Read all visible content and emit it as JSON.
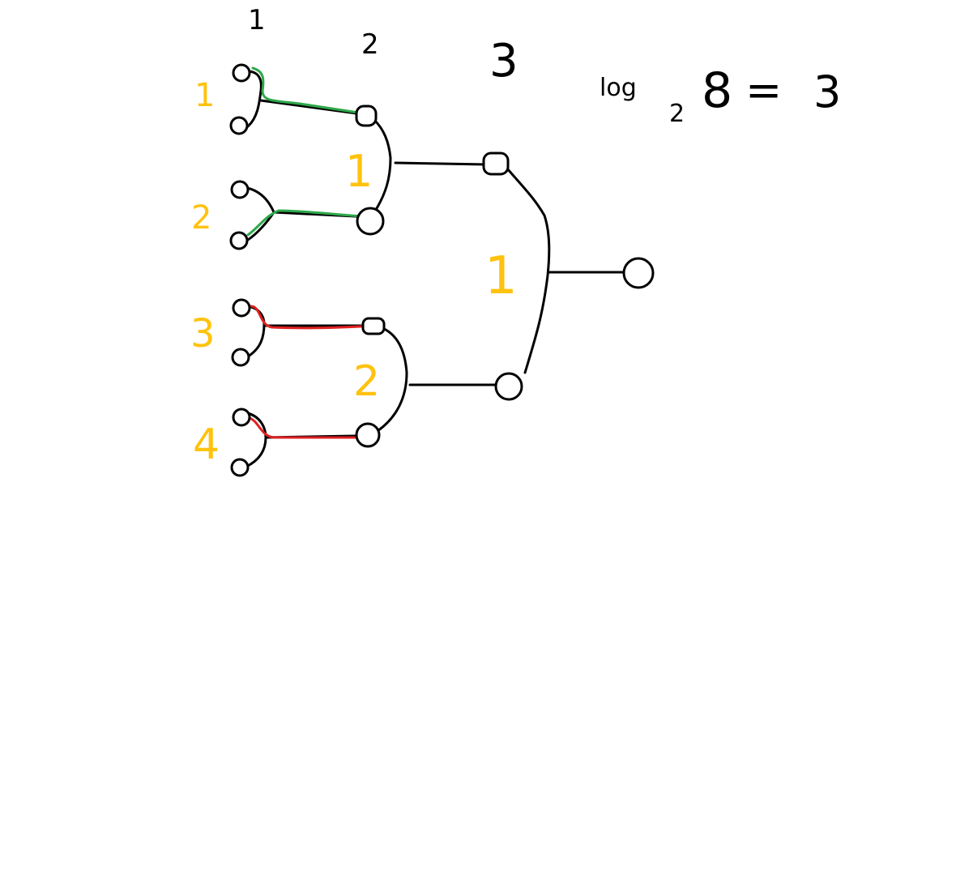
{
  "colors": {
    "ink": "#000000",
    "pair_green": "#2ea84a",
    "pair_red": "#e02020",
    "annotation": "#ffc20e",
    "background": "#ffffff"
  },
  "levels": [
    {
      "label": "1"
    },
    {
      "label": "2"
    },
    {
      "label": "3"
    }
  ],
  "formula": {
    "log_text": "log",
    "base": "2",
    "argument": "8",
    "equals": "=",
    "result": "3"
  },
  "level1_groups": [
    {
      "label": "1",
      "pair_color": "green"
    },
    {
      "label": "2",
      "pair_color": "green"
    },
    {
      "label": "3",
      "pair_color": "red"
    },
    {
      "label": "4",
      "pair_color": "red"
    }
  ],
  "level2_groups": [
    {
      "label": "1"
    },
    {
      "label": "2"
    }
  ],
  "level3_groups": [
    {
      "label": "1"
    }
  ]
}
